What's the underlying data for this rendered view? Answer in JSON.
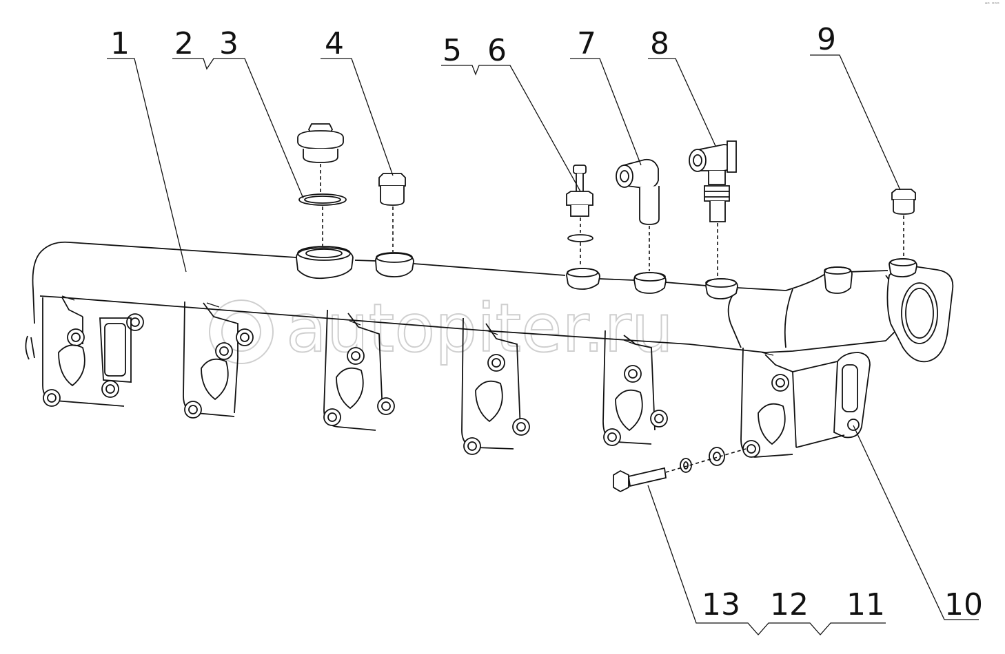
{
  "watermark": "autopiter.ru",
  "corner_mark": "ᵃᵒ ᵒᵒᵒ",
  "callouts": [
    "1",
    "2",
    "3",
    "4",
    "5",
    "6",
    "7",
    "8",
    "9",
    "10",
    "11",
    "12",
    "13"
  ]
}
